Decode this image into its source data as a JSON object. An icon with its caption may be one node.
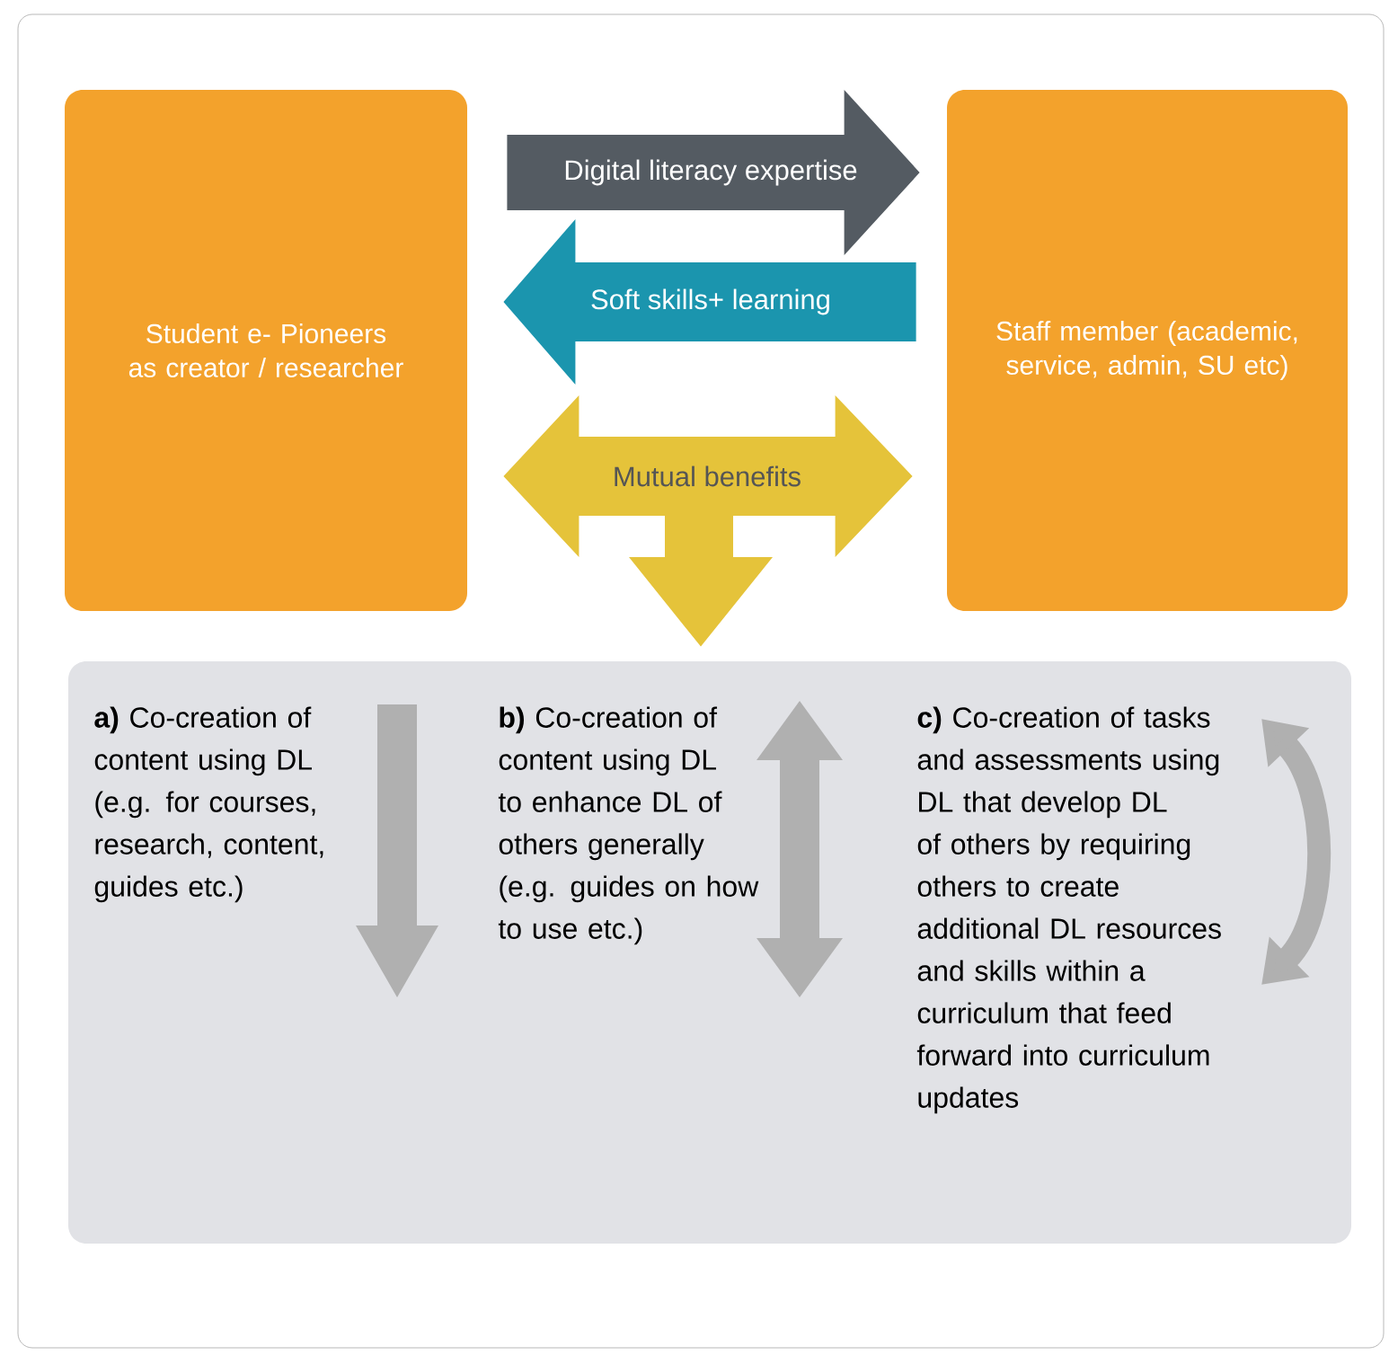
{
  "diagram": {
    "nodes": [
      {
        "text": [
          "Student e- Pioneers as creator / researcher"
        ]
      },
      {
        "text": [
          "Staff member (academic, service, admin, SU etc)"
        ]
      },
      {
        "text": [
          "**a)** Co-creation of content using DL (e.g. for courses, research, content, guides etc.)",
          "**b)** Co-creation of content using DL to enhance DL of others generally (e.g. guides on how to use etc.)",
          "**c)** Co-creation of tasks and assessments using DL that develop DL of others by requiring others to create additional DL resources and skills within a curriculum that feed forward into curriculum updates"
        ]
      }
    ],
    "edges": [
      {
        "from": 0,
        "to": 1,
        "arrow": "to",
        "label": "Digital literacy expertise",
        "color": "#545b62"
      },
      {
        "from": 1,
        "to": 0,
        "arrow": "to",
        "label": "Soft skills+ learning",
        "color": "#1b95ae"
      },
      {
        "from": 0,
        "to": 1,
        "arrow": "both",
        "label": "Mutual benefits",
        "color": "#e5c33a"
      },
      {
        "from": null,
        "to": 2,
        "arrow": "to",
        "color": "#e5c33a"
      }
    ]
  }
}
